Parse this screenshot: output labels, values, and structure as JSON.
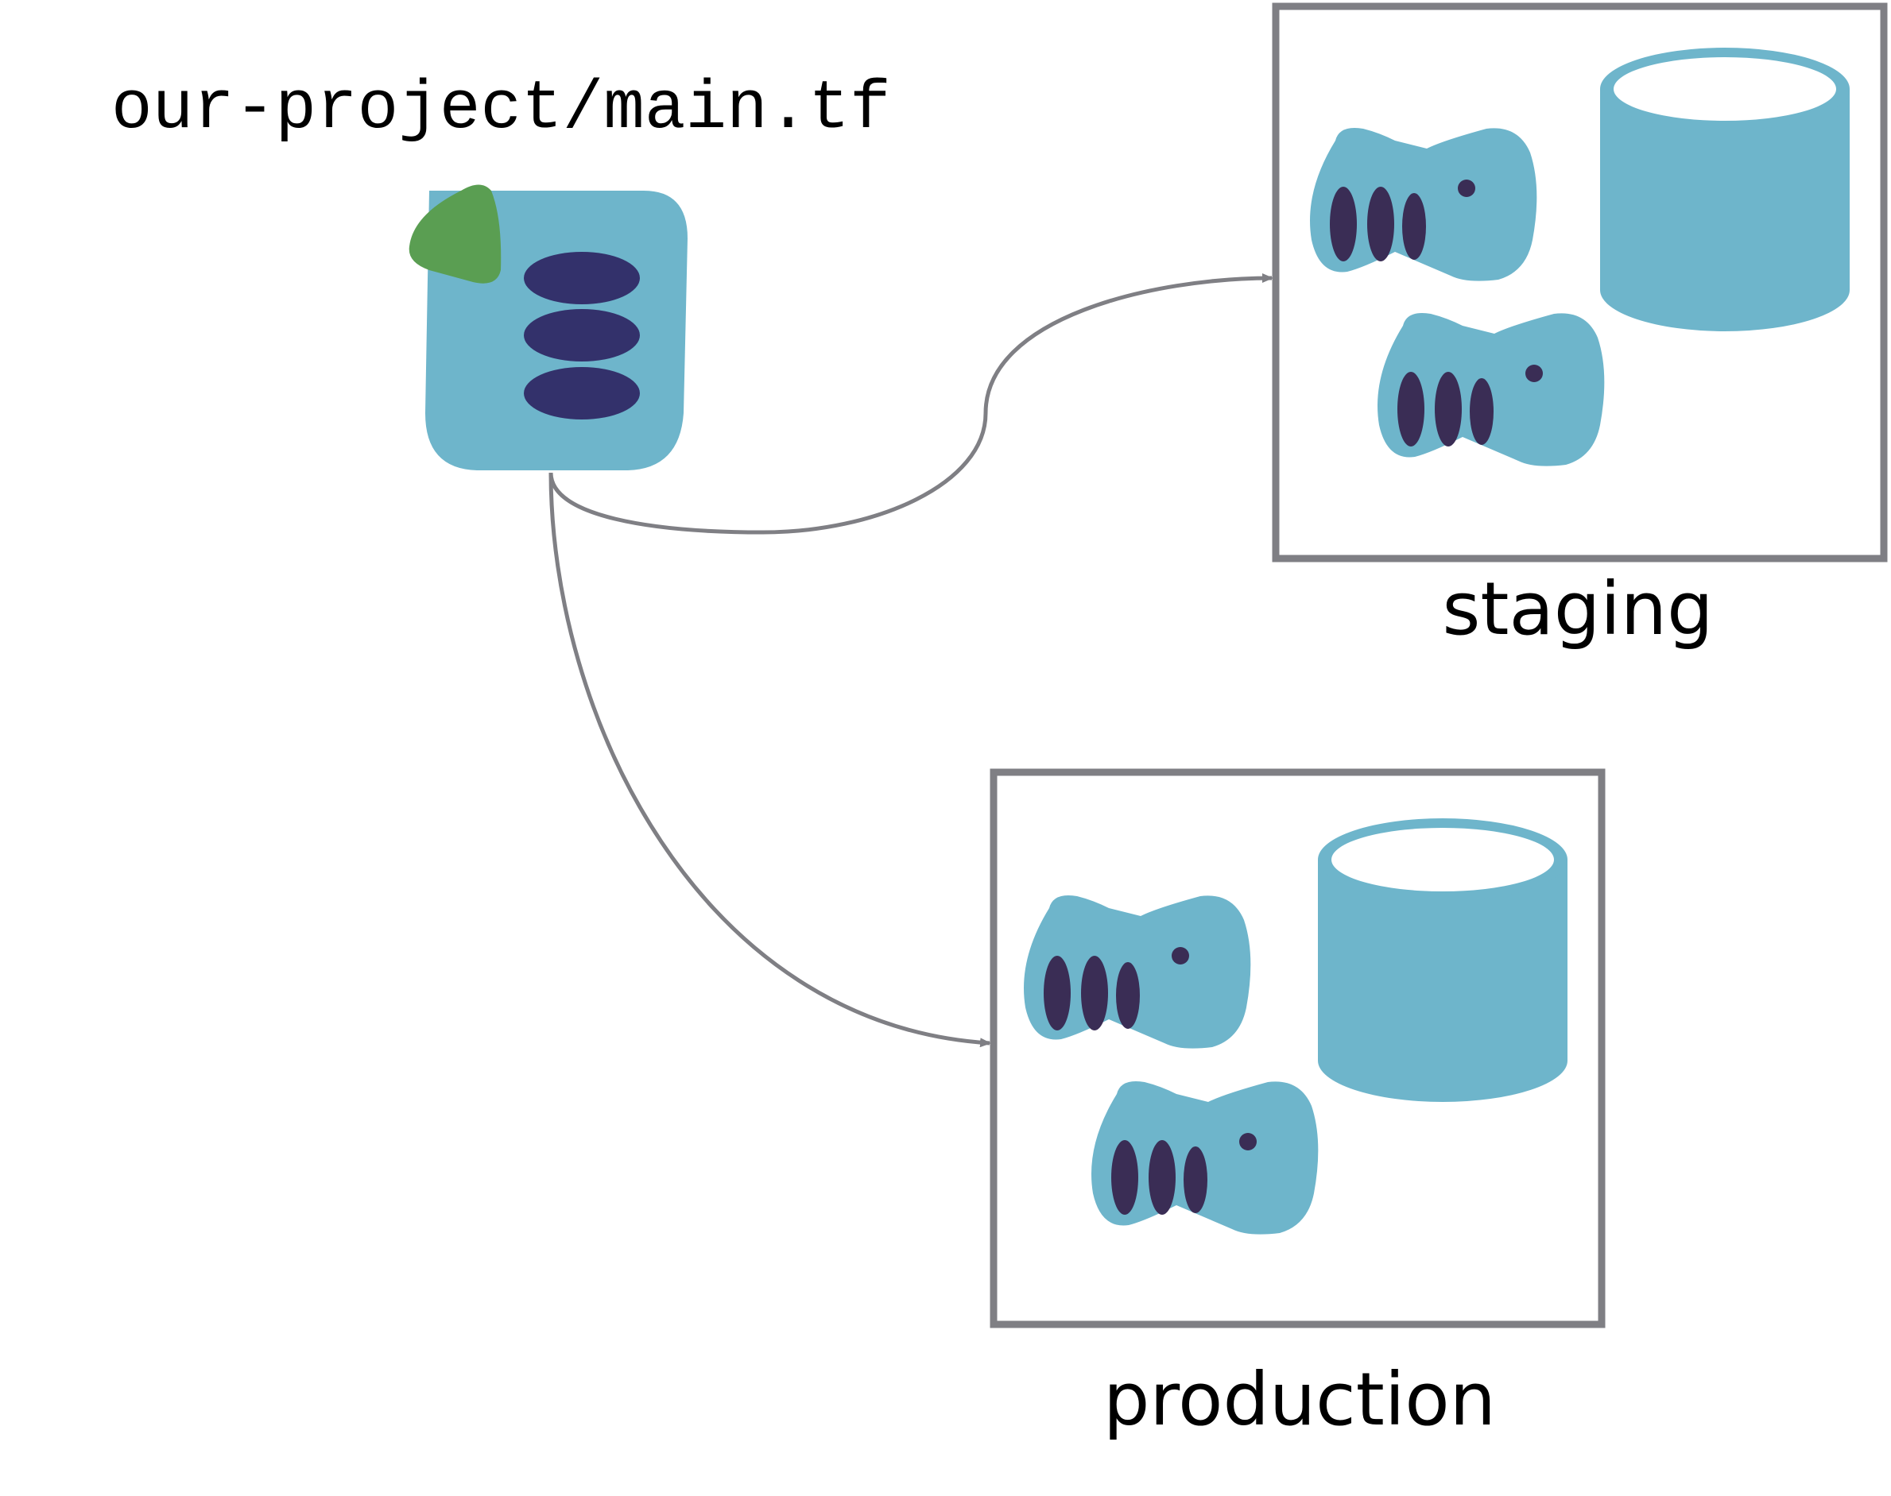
{
  "source_file": {
    "label": "our-project/main.tf",
    "icon": "terraform-file-icon"
  },
  "environments": [
    {
      "label": "staging",
      "icons": [
        "server-icon",
        "server-icon",
        "database-icon"
      ]
    },
    {
      "label": "production",
      "icons": [
        "server-icon",
        "server-icon",
        "database-icon"
      ]
    }
  ],
  "colors": {
    "resource_blue": "#6eb5cb",
    "dark_purple": "#3a2d55",
    "ellipse_navy": "#33316b",
    "corner_green": "#5a9e52",
    "frame_gray": "#7f7f84",
    "text": "#000000"
  }
}
